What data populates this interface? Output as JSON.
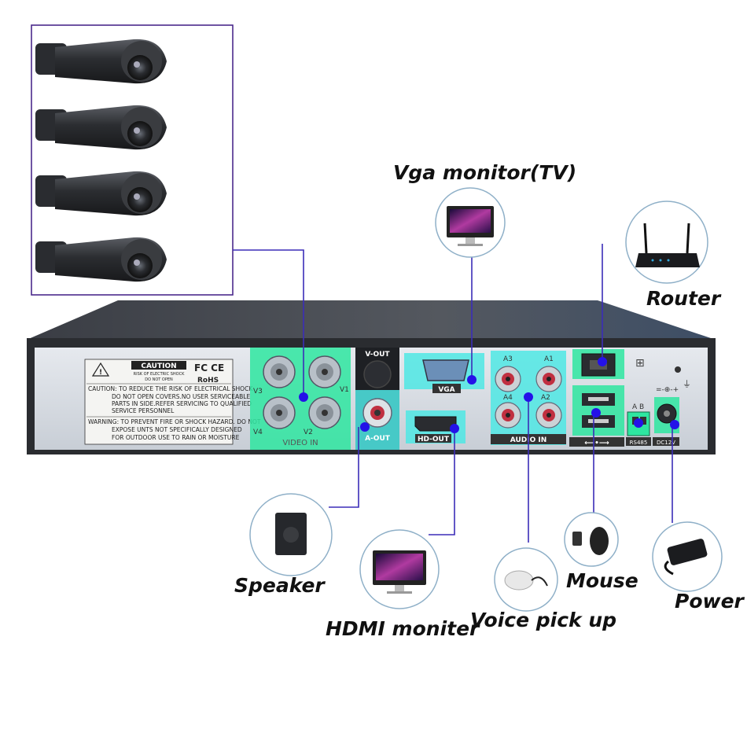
{
  "labels": {
    "vga_monitor": "Vga monitor(TV)",
    "router": "Router",
    "speaker": "Speaker",
    "hdmi_monitor": "HDMI moniter",
    "voice_pickup": "Voice pick up",
    "mouse": "Mouse",
    "power": "Power"
  },
  "panel": {
    "caution_title": "CAUTION",
    "caution_sub1": "RISK OF ELECTRIC SHOCK",
    "caution_sub2": "DO NOT OPEN",
    "marks": "FC CE",
    "rohs": "RoHS",
    "caution_lines": [
      "CAUTION: TO REDUCE THE RISK OF ELECTRICAL SHOCK",
      "DO NOT OPEN COVERS.NO USER SERVICEABLE",
      "PARTS IN SIDE.REFER SERVICING TO QUALIFIED",
      "SERVICE PERSONNEL"
    ],
    "warning_lines": [
      "WARNING: TO PREVENT FIRE OR SHOCK HAZARD. DO NOT",
      "EXPOSE UNTS NOT SPECIFICALLY DESIGNED",
      "FOR OUTDOOR USE TO RAIN OR MOISTURE"
    ],
    "v1": "V1",
    "v2": "V2",
    "v3": "V3",
    "v4": "V4",
    "video_in": "VIDEO IN",
    "v_out": "V-OUT",
    "a_out": "A-OUT",
    "vga": "VGA",
    "hd_out": "HD-OUT",
    "a1": "A1",
    "a2": "A2",
    "a3": "A3",
    "a4": "A4",
    "audio_in": "AUDIO IN",
    "ab": "A  B",
    "rs485": "RS485",
    "dc12v": "DC12V"
  },
  "colors": {
    "highlight_green": "#2ee6a0",
    "highlight_cyan": "#4fe8e4",
    "connector_line": "#3b2db8",
    "node_dot": "#2412e8"
  }
}
